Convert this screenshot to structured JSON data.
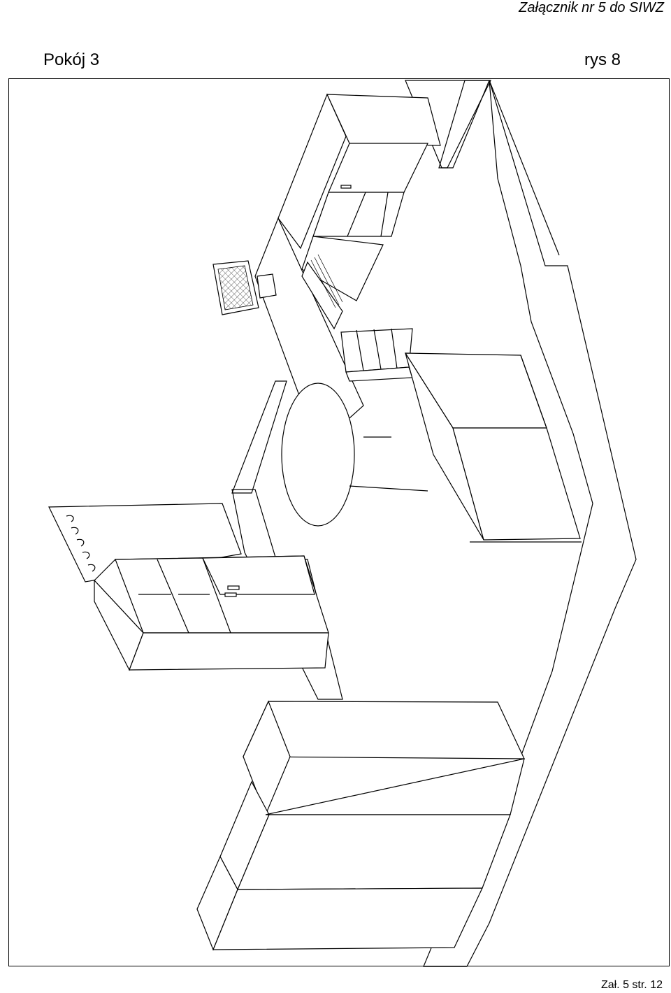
{
  "header": {
    "annex": "Załącznik nr 5 do SIWZ"
  },
  "titles": {
    "room": "Pokój 3",
    "figure": "rys 8"
  },
  "footer": {
    "page": "Zał. 5  str. 12"
  },
  "drawing": {
    "elements": [
      "brick-wall-upper",
      "brick-wall-right",
      "brick-wall-left-short",
      "brick-wall-middle",
      "desk-long",
      "desk-round-extension",
      "upper-cabinet-shelves",
      "computer-keyboard-drawer",
      "drawer-pedestal",
      "wall-unit-right",
      "coat-rack",
      "bookcase-low",
      "wardrobe-tall",
      "monitor-screen"
    ]
  }
}
